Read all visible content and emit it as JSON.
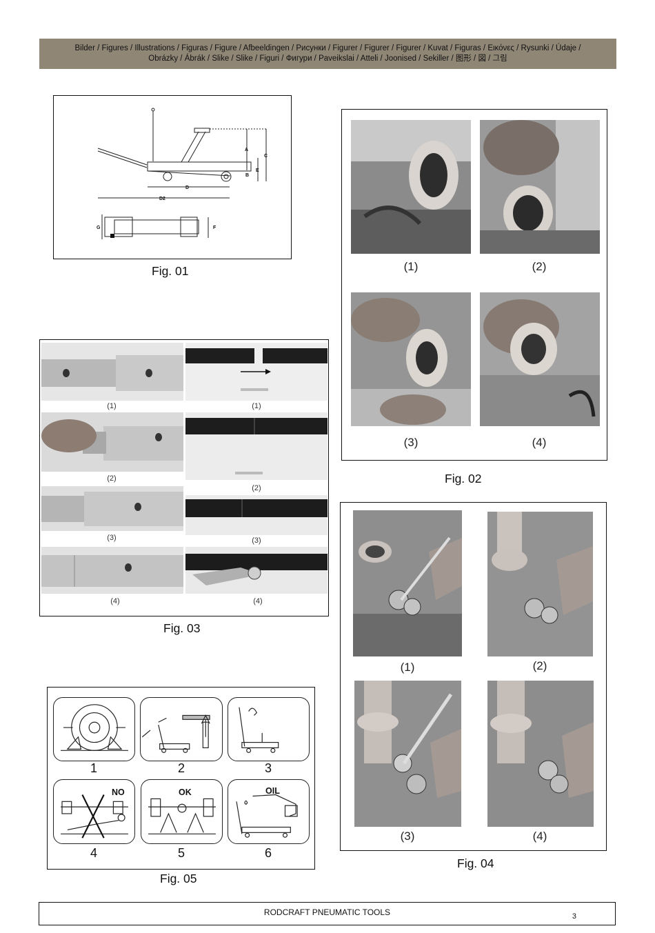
{
  "header": {
    "line1": "Bilder / Figures / Illustrations / Figuras / Figure / Afbeeldingen / Рисунки / Figurer / Figurer / Figurer / Kuvat / Figuras / Εικόνες / Rysunki / Údaje /",
    "line2": "Obrázky / Ábrák / Slike / Slike / Figuri / Фигури / Paveikslai / Atteli / Joonised / Sekiller / 图形 / 図 / 그림"
  },
  "fig01": {
    "caption": "Fig. 01",
    "dims": [
      "A",
      "B",
      "C",
      "D",
      "D2",
      "E",
      "F",
      "G"
    ]
  },
  "fig02": {
    "caption": "Fig. 02",
    "labels": [
      "(1)",
      "(2)",
      "(3)",
      "(4)"
    ]
  },
  "fig03": {
    "caption": "Fig. 03",
    "left_labels": [
      "(1)",
      "(2)",
      "(3)",
      "(4)"
    ],
    "right_labels": [
      "(1)",
      "(2)",
      "(3)",
      "(4)"
    ]
  },
  "fig04": {
    "caption": "Fig. 04",
    "labels": [
      "(1)",
      "(2)",
      "(3)",
      "(4)"
    ]
  },
  "fig05": {
    "caption": "Fig. 05",
    "numbers": [
      "1",
      "2",
      "3",
      "4",
      "5",
      "6"
    ],
    "tags": {
      "no": "NO",
      "ok": "OK",
      "oil": "OIL"
    }
  },
  "footer": {
    "brand": "RODCRAFT PNEUMATIC TOOLS",
    "page": "3"
  }
}
